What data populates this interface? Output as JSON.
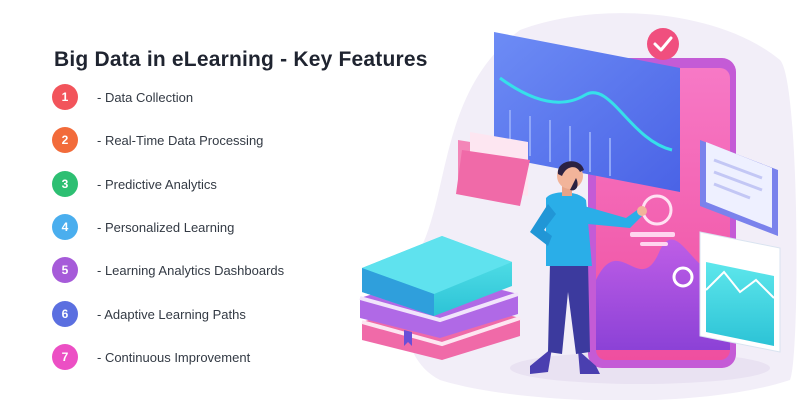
{
  "title": "Big Data in eLearning - Key Features",
  "features": [
    {
      "number": "1",
      "label": "- Data Collection",
      "color": "#f2545b"
    },
    {
      "number": "2",
      "label": "- Real-Time Data Processing",
      "color": "#f26b3a"
    },
    {
      "number": "3",
      "label": "- Predictive Analytics",
      "color": "#2dbf72"
    },
    {
      "number": "4",
      "label": "- Personalized Learning",
      "color": "#4aaeee"
    },
    {
      "number": "5",
      "label": "- Learning Analytics Dashboards",
      "color": "#a65bd9"
    },
    {
      "number": "6",
      "label": "- Adaptive Learning Paths",
      "color": "#5b6fe0"
    },
    {
      "number": "7",
      "label": "- Continuous Improvement",
      "color": "#ec4fc4"
    }
  ],
  "illustration": {
    "subject": "analyst-with-dashboard",
    "icons": [
      "check-icon",
      "folder-icon",
      "book-stack-icon",
      "chart-panel-icon"
    ],
    "colors": {
      "blob": "#f3eef8",
      "screen": "#f25fb0",
      "panel": "#5a7ef0",
      "teal": "#38d4e0",
      "shirt": "#2aaee8"
    }
  }
}
